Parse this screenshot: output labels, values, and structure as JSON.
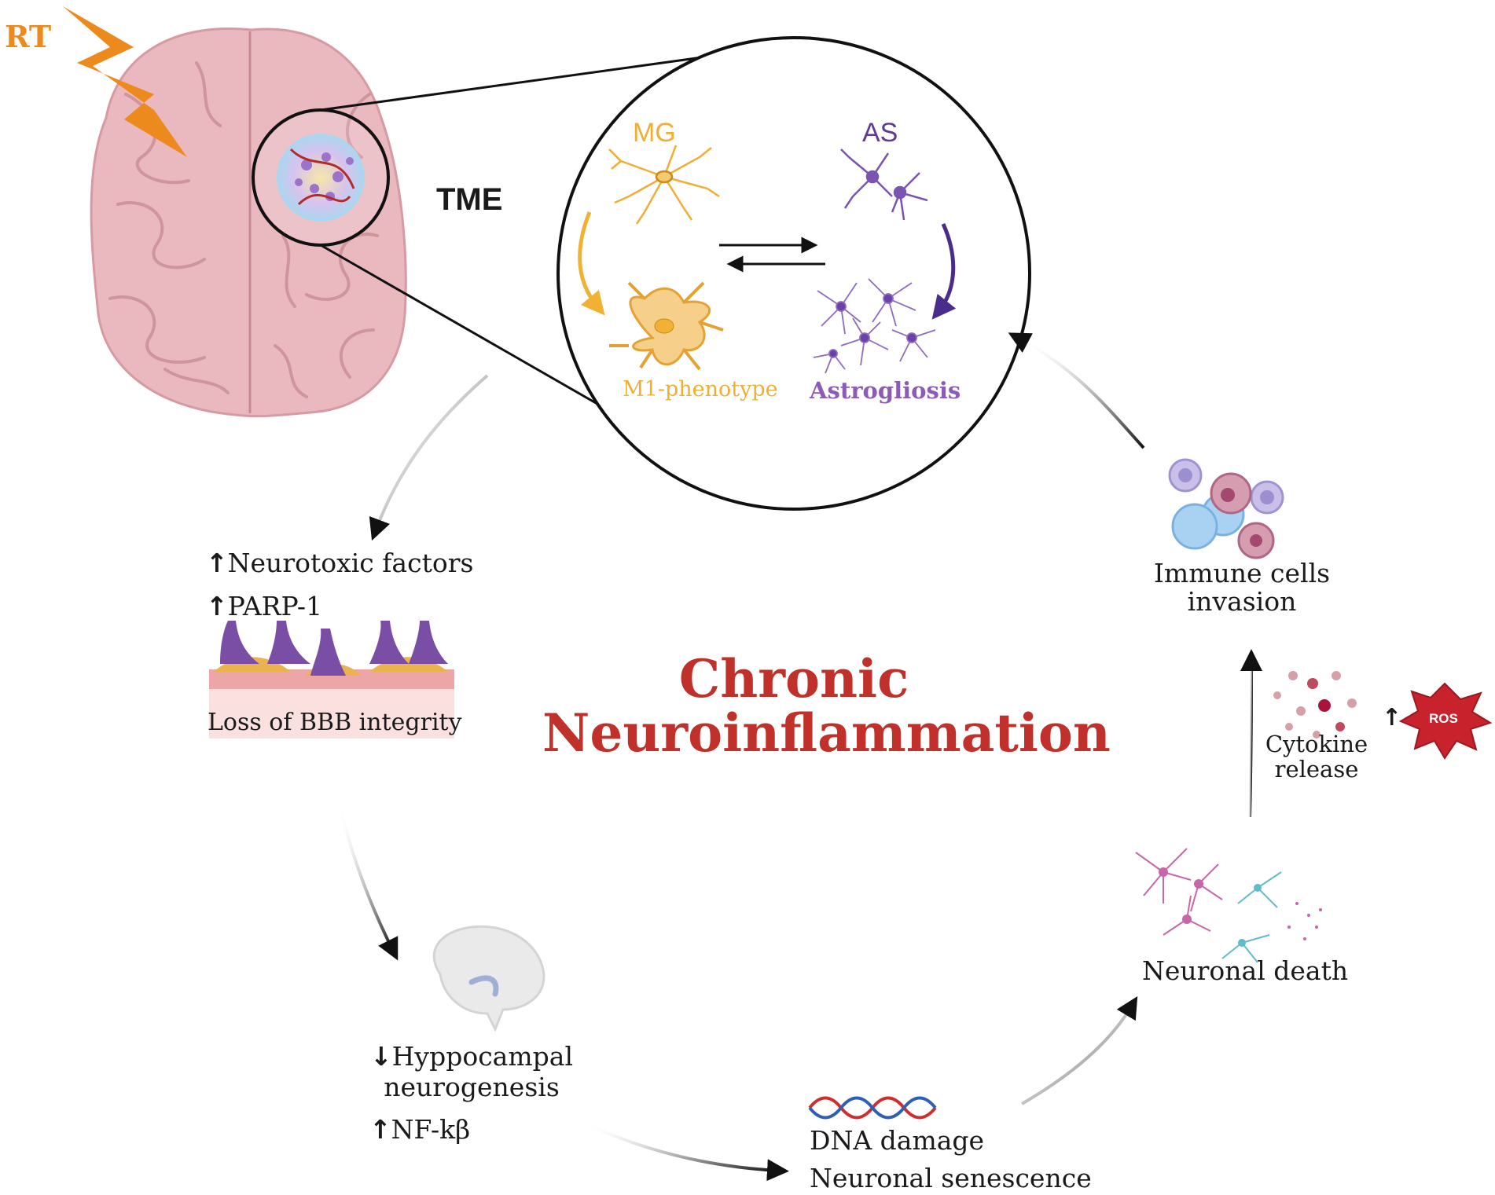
{
  "rt_label": "RT",
  "tme_label": "TME",
  "cells": {
    "mg_label": "MG",
    "as_label": "AS",
    "m1_label": "M1-phenotype",
    "astro_label": "Astrogliosis"
  },
  "title": {
    "line1": "Chronic",
    "line2": "Neuroinflammation"
  },
  "stages": {
    "neurotoxic": {
      "arrow": "↑",
      "text": "Neurotoxic factors"
    },
    "parp": {
      "arrow": "↑",
      "text": "PARP-1"
    },
    "bbb": "Loss of BBB integrity",
    "hippo": {
      "arrow": "↓",
      "line1": "Hyppocampal",
      "line2": "neurogenesis"
    },
    "nfkb": {
      "arrow": "↑",
      "text": "NF-kβ"
    },
    "dna": "DNA damage",
    "senescence": "Neuronal senescence",
    "death": "Neuronal death",
    "cytokine": {
      "line1": "Cytokine",
      "line2": "release"
    },
    "ros": {
      "arrow": "↑",
      "badge": "ROS"
    },
    "immune": {
      "line1": "Immune cells",
      "line2": "invasion"
    }
  },
  "colors": {
    "orange": "#ec8a1e",
    "title_red": "#c0312b",
    "microglia": "#efae35",
    "astrocyte": "#5e3a93",
    "brain_pink": "#e9b9bf"
  }
}
